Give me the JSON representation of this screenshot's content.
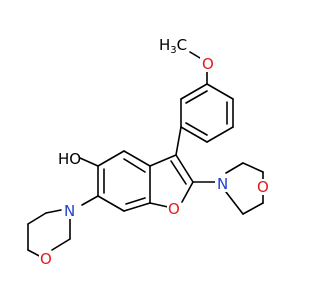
{
  "molecule": {
    "labels": {
      "methoxy_carbon": "H",
      "methoxy_carbon_sub": "3",
      "methoxy_carbon_tail": "C",
      "methoxy_oxygen": "O",
      "hydroxyl_prefix": "HO",
      "furan_oxygen": "O",
      "morpholine_left_nitrogen": "N",
      "morpholine_left_oxygen": "O",
      "morpholine_right_nitrogen": "N",
      "morpholine_right_oxygen": "O"
    },
    "colors": {
      "bond": "#000000",
      "oxygen": "#e31a1c",
      "nitrogen": "#1f3fd0",
      "carbon_text": "#000000",
      "background": "#ffffff"
    }
  }
}
